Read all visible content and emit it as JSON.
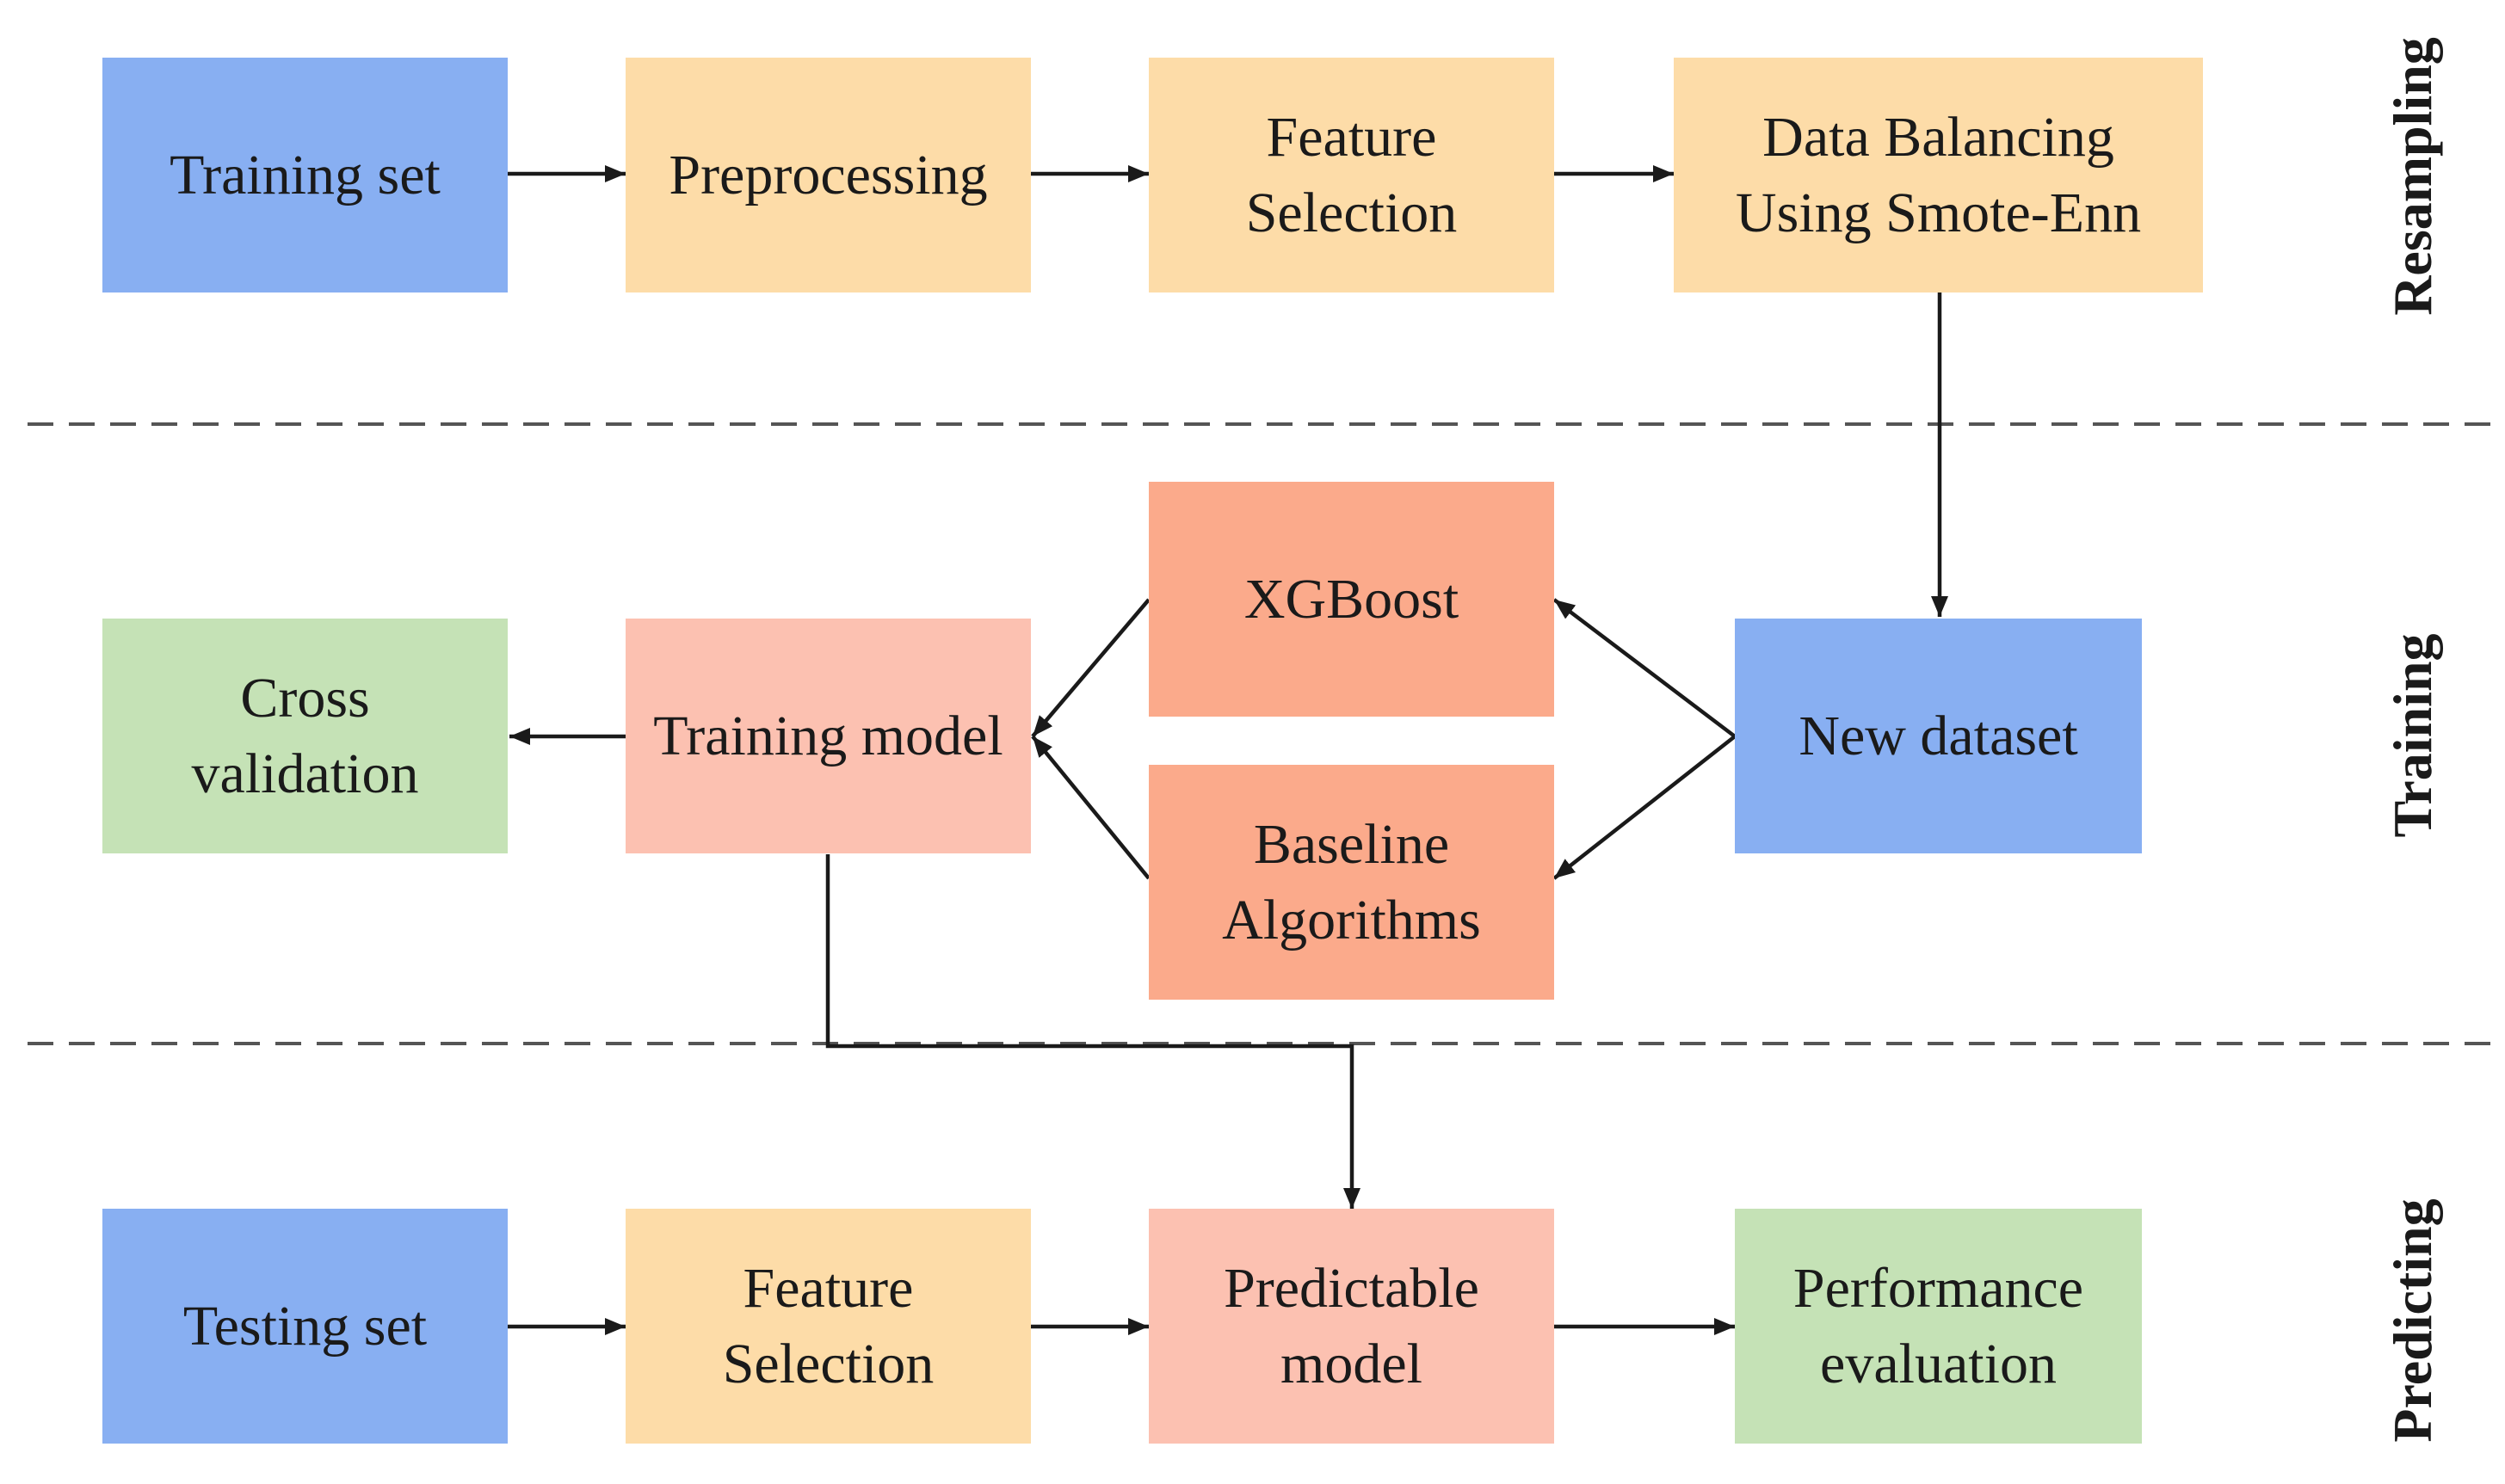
{
  "colors": {
    "input_blue": "#88aff2",
    "process_orange": "#fddca8",
    "algo_salmon": "#fbaa8b",
    "model_pink": "#fcc1b1",
    "output_green": "#c5e2b6",
    "line": "#1a1a1a"
  },
  "sections": {
    "resampling": "Resampling",
    "training": "Training",
    "predicting": "Predicting"
  },
  "boxes": {
    "training_set": "Training set",
    "preprocessing": "Preprocessing",
    "feature_selection_top": "Feature\nSelection",
    "data_balancing": "Data Balancing\nUsing Smote-Enn",
    "new_dataset": "New dataset",
    "xgboost": "XGBoost",
    "baseline_algorithms": "Baseline\nAlgorithms",
    "training_model": "Training model",
    "cross_validation": "Cross\nvalidation",
    "testing_set": "Testing set",
    "feature_selection_bottom": "Feature\nSelection",
    "predictable_model": "Predictable\nmodel",
    "performance_evaluation": "Performance\nevaluation"
  }
}
